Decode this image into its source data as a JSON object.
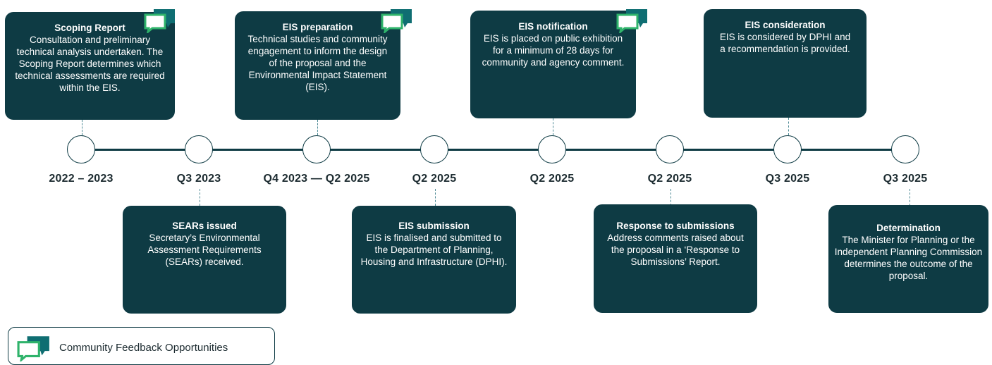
{
  "timeline": {
    "dates": [
      "2022 – 2023",
      "Q3 2023",
      "Q4 2023 — Q2 2025",
      "Q2 2025",
      "Q2 2025",
      "Q2 2025",
      "Q3 2025",
      "Q3 2025"
    ]
  },
  "stages": [
    {
      "title": "Scoping Report",
      "description": "Consultation and preliminary technical analysis undertaken. The Scoping Report determines which technical assessments are required within the EIS.",
      "community_feedback": true
    },
    {
      "title": "SEARs issued",
      "description": "Secretary’s Environmental Assessment Requirements (SEARs) received.",
      "community_feedback": false
    },
    {
      "title": "EIS preparation",
      "description": "Technical studies and community engagement to inform the design of the proposal and the Environmental Impact Statement (EIS).",
      "community_feedback": true
    },
    {
      "title": "EIS submission",
      "description": "EIS is finalised and submitted to the Department of Planning, Housing and Infrastructure (DPHI).",
      "community_feedback": false
    },
    {
      "title": "EIS notification",
      "description": "EIS is placed on public exhibition for a minimum of 28 days for community and agency comment.",
      "community_feedback": true
    },
    {
      "title": "Response to submissions",
      "description": "Address comments raised about the proposal in a ‘Response to Submissions’ Report.",
      "community_feedback": false
    },
    {
      "title": "EIS consideration",
      "description": "EIS is considered by DPHI and a recommendation is provided.",
      "community_feedback": false
    },
    {
      "title": "Determination",
      "description": "The Minister for Planning or the Independent Planning Commission determines the outcome of the proposal.",
      "community_feedback": false
    }
  ],
  "legend": {
    "label": "Community Feedback Opportunities",
    "icon": "speech-bubbles-icon"
  },
  "colors": {
    "card": "#0e3b44",
    "bubble_front": "#2fb36b",
    "bubble_back": "#0f6e72"
  }
}
